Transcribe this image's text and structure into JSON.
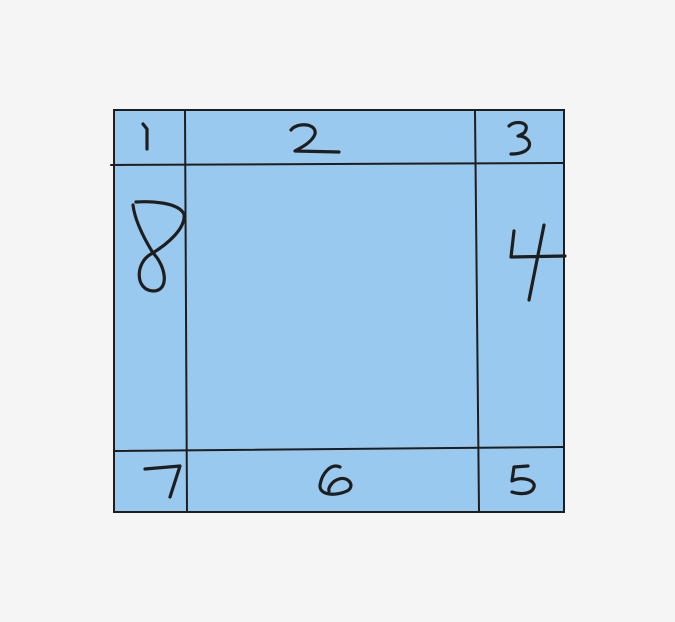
{
  "diagram": {
    "fill_color": "#9ac9ef",
    "stroke_color": "#1e1e1e",
    "background_color": "#f5f5f5",
    "regions": [
      {
        "id": "r1",
        "label": "1"
      },
      {
        "id": "r2",
        "label": "2"
      },
      {
        "id": "r3",
        "label": "3"
      },
      {
        "id": "r4",
        "label": "4"
      },
      {
        "id": "r5",
        "label": "5"
      },
      {
        "id": "r6",
        "label": "6"
      },
      {
        "id": "r7",
        "label": "7"
      },
      {
        "id": "r8",
        "label": "8"
      }
    ]
  }
}
